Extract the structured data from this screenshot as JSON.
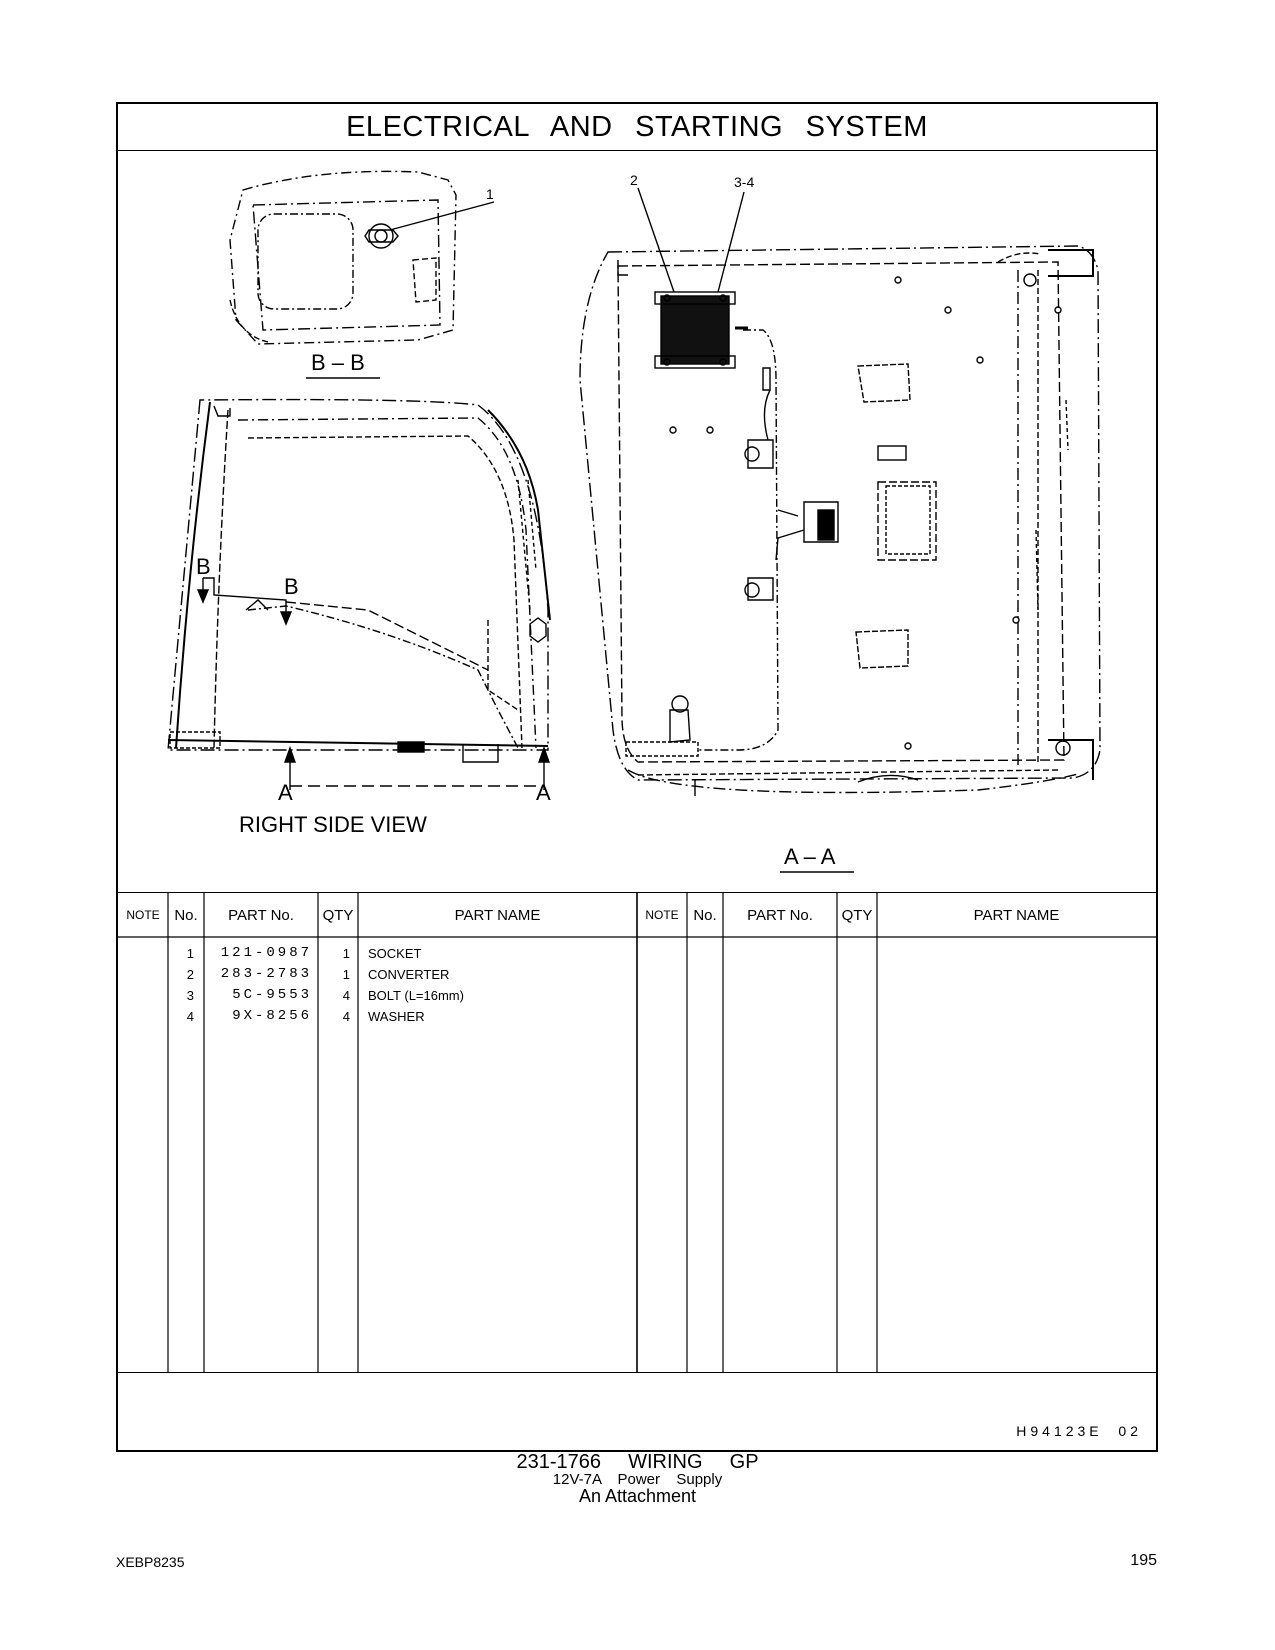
{
  "title": "ELECTRICAL AND STARTING SYSTEM",
  "views": {
    "bb_label": "B – B",
    "right_side_label": "RIGHT SIDE VIEW",
    "aa_label": "A – A",
    "section_a": "A",
    "section_b": "B",
    "callouts": [
      "1",
      "2",
      "3-4"
    ]
  },
  "table": {
    "headers": {
      "note": "NOTE",
      "no": "No.",
      "part_no": "PART No.",
      "qty": "QTY",
      "part_name": "PART NAME"
    },
    "rows": [
      {
        "no": "1",
        "part_no": "121-0987",
        "qty": "1",
        "part_name": "SOCKET"
      },
      {
        "no": "2",
        "part_no": "283-2783",
        "qty": "1",
        "part_name": "CONVERTER"
      },
      {
        "no": "3",
        "part_no": "5C-9553",
        "qty": "4",
        "part_name": "BOLT (L=16mm)"
      },
      {
        "no": "4",
        "part_no": "9X-8256",
        "qty": "4",
        "part_name": "WASHER"
      }
    ]
  },
  "drawing_number": "H94123E  02",
  "caption": {
    "line1": "231-1766  WIRING  GP",
    "line2": "12V-7A  Power  Supply",
    "line3": "An Attachment"
  },
  "doc_code": "XEBP8235",
  "page_number": "195"
}
